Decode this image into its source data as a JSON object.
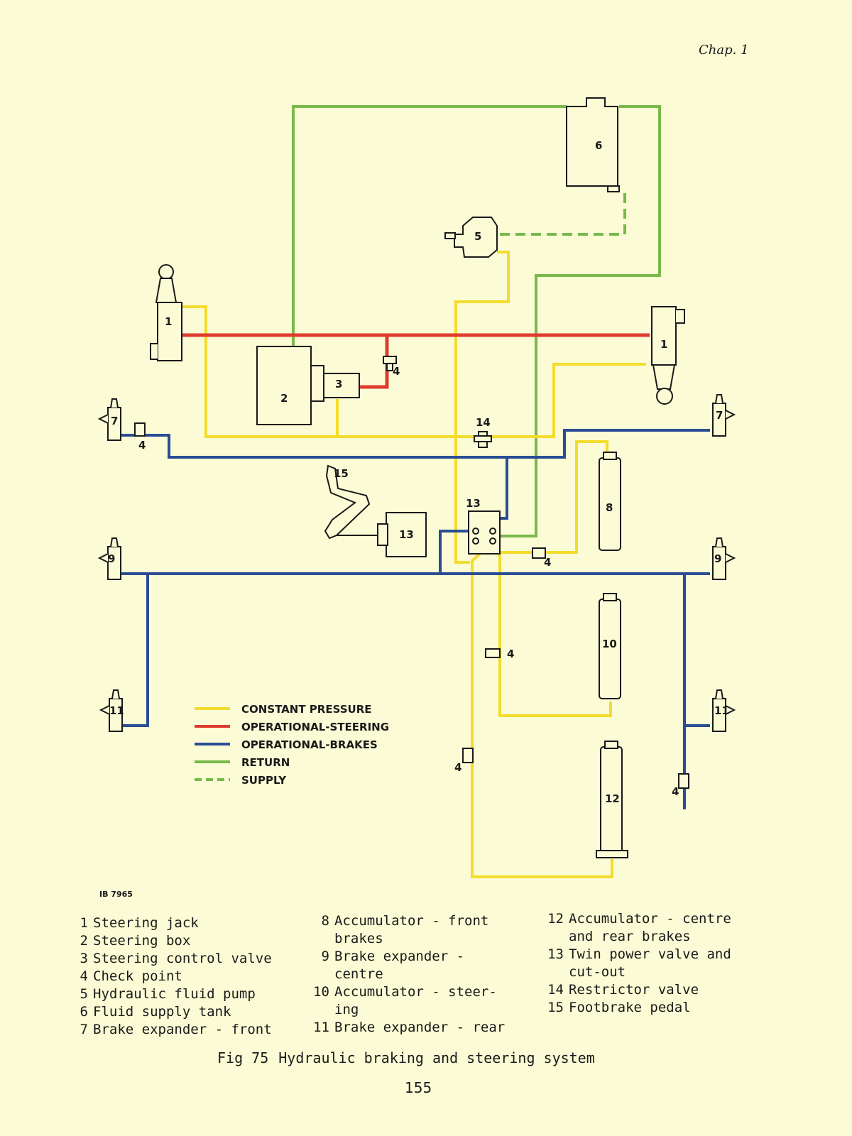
{
  "header": {
    "chapter": "Chap. 1"
  },
  "colors": {
    "constant_pressure": "#f4dc2c",
    "operational_steering": "#df3b2f",
    "operational_brakes": "#2b4d94",
    "return": "#78b94a",
    "supply": "#78b94a",
    "component_outline": "#1a1a1a"
  },
  "diagram": {
    "plate_id": "IB 7965",
    "component_labels": {
      "jack_left": "1",
      "jack_right": "1",
      "steering_box": "2",
      "control_valve": "3",
      "check_point_steering": "4",
      "check_point_front": "4",
      "check_point_accum": "4",
      "check_point_mid": "4",
      "check_point_rear_left": "4",
      "check_point_rear_right": "4",
      "pump": "5",
      "tank": "6",
      "expander_front_left": "7",
      "expander_front_right": "7",
      "accumulator_front": "8",
      "expander_centre_left": "9",
      "expander_centre_right": "9",
      "accumulator_steering": "10",
      "expander_rear_left": "11",
      "expander_rear_right": "11",
      "accumulator_centre_rear": "12",
      "power_valve_detail": "13",
      "power_valve": "13",
      "restrictor_valve": "14",
      "footbrake_pedal": "15"
    },
    "legend": [
      {
        "label": "CONSTANT PRESSURE",
        "color": "#f4dc2c",
        "style": "solid"
      },
      {
        "label": "OPERATIONAL-STEERING",
        "color": "#df3b2f",
        "style": "solid"
      },
      {
        "label": "OPERATIONAL-BRAKES",
        "color": "#2b4d94",
        "style": "solid"
      },
      {
        "label": "RETURN",
        "color": "#78b94a",
        "style": "solid"
      },
      {
        "label": "SUPPLY",
        "color": "#78b94a",
        "style": "dashed"
      }
    ]
  },
  "key": {
    "column1": [
      {
        "num": "1",
        "text": "Steering jack"
      },
      {
        "num": "2",
        "text": "Steering box"
      },
      {
        "num": "3",
        "text": "Steering control valve"
      },
      {
        "num": "4",
        "text": "Check point"
      },
      {
        "num": "5",
        "text": "Hydraulic fluid pump"
      },
      {
        "num": "6",
        "text": "Fluid supply tank"
      },
      {
        "num": "7",
        "text": "Brake expander - front"
      }
    ],
    "column2": [
      {
        "num": "8",
        "text": "Accumulator - front\nbrakes"
      },
      {
        "num": "9",
        "text": "Brake expander -\ncentre"
      },
      {
        "num": "10",
        "text": "Accumulator - steer-\ning"
      },
      {
        "num": "11",
        "text": "Brake expander - rear"
      }
    ],
    "column3": [
      {
        "num": "12",
        "text": "Accumulator - centre\nand rear brakes"
      },
      {
        "num": "13",
        "text": "Twin power valve and\ncut-out"
      },
      {
        "num": "14",
        "text": "Restrictor valve"
      },
      {
        "num": "15",
        "text": "Footbrake pedal"
      }
    ]
  },
  "caption": {
    "fig_label": "Fig 75",
    "title": "Hydraulic braking and steering system"
  },
  "page_number": "155"
}
